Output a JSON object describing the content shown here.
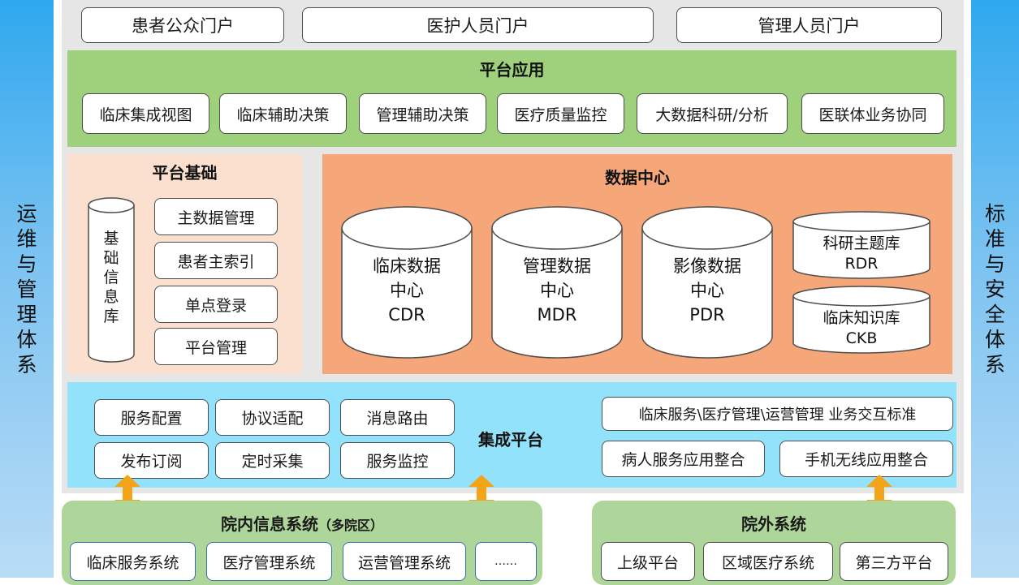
{
  "left_side": {
    "chars": [
      "运",
      "维",
      "与",
      "管",
      "理",
      "体",
      "系"
    ]
  },
  "right_side": {
    "chars": [
      "标",
      "准",
      "与",
      "安",
      "全",
      "体",
      "系"
    ]
  },
  "portals": [
    "患者公众门户",
    "医护人员门户",
    "管理人员门户"
  ],
  "platform_app": {
    "title": "平台应用",
    "items": [
      "临床集成视图",
      "临床辅助决策",
      "管理辅助决策",
      "医疗质量监控",
      "大数据科研/分析",
      "医联体业务协同"
    ]
  },
  "platform_base": {
    "title": "平台基础",
    "library_chars": [
      "基",
      "础",
      "信",
      "息",
      "库"
    ],
    "items": [
      "主数据管理",
      "患者主索引",
      "单点登录",
      "平台管理"
    ]
  },
  "data_center": {
    "title": "数据中心",
    "centers": [
      {
        "line1": "临床数据",
        "line2": "中心",
        "line3": "CDR"
      },
      {
        "line1": "管理数据",
        "line2": "中心",
        "line3": "MDR"
      },
      {
        "line1": "影像数据",
        "line2": "中心",
        "line3": "PDR"
      }
    ],
    "small": [
      {
        "line1": "科研主题库",
        "line2": "RDR"
      },
      {
        "line1": "临床知识库",
        "line2": "CKB"
      }
    ]
  },
  "integration": {
    "title": "集成平台",
    "left_items": [
      "服务配置",
      "协议适配",
      "消息路由",
      "发布订阅",
      "定时采集",
      "服务监控"
    ],
    "right_items": [
      "临床服务\\医疗管理\\运营管理 业务交互标准",
      "病人服务应用整合",
      "手机无线应用整合"
    ]
  },
  "internal_systems": {
    "title": "院内信息系统",
    "title_suffix": "（多院区）",
    "items": [
      "临床服务系统",
      "医疗管理系统",
      "运营管理系统",
      "……"
    ]
  },
  "external_systems": {
    "title": "院外系统",
    "items": [
      "上级平台",
      "区域医疗系统",
      "第三方平台"
    ]
  },
  "colors": {
    "arrow": "#f4a418",
    "app_band": "#9fd17c",
    "data_center": "#f5a77a",
    "platform_base": "#fbe0d0",
    "integration": "#92e2fb",
    "side_bar": "#2fa8ee"
  }
}
